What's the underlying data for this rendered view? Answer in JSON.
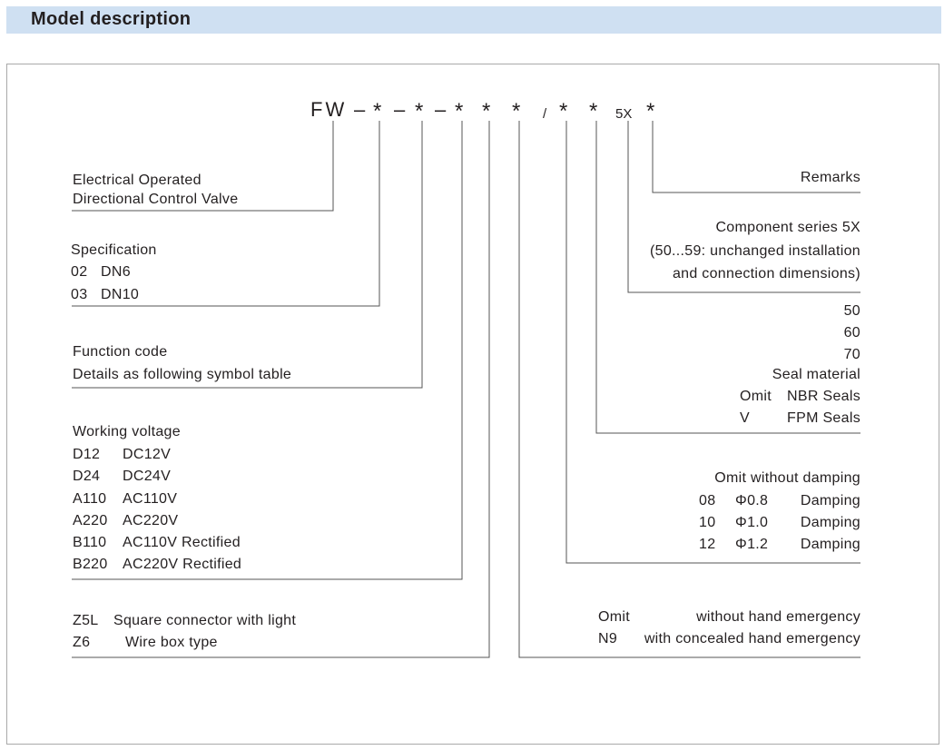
{
  "header": {
    "title": "Model description"
  },
  "code": {
    "prefix": "FW",
    "dash1": "–",
    "star1": "*",
    "dash2": "–",
    "star2": "*",
    "dash3": "–",
    "star3": "*",
    "star4": "*",
    "star5": "*",
    "slash": "/",
    "star6": "*",
    "star7": "*",
    "series": "5X",
    "star8": "*"
  },
  "left": {
    "valve_type": {
      "line1": "Electrical Operated",
      "line2": "Directional Control Valve"
    },
    "specification": {
      "title": "Specification",
      "rows": [
        {
          "code": "02",
          "desc": "DN6"
        },
        {
          "code": "03",
          "desc": "DN10"
        }
      ]
    },
    "function_code": {
      "title": "Function code",
      "desc": "Details as following symbol table"
    },
    "working_voltage": {
      "title": "Working voltage",
      "rows": [
        {
          "code": "D12",
          "desc": "DC12V"
        },
        {
          "code": "D24",
          "desc": "DC24V"
        },
        {
          "code": "A110",
          "desc": "AC110V"
        },
        {
          "code": "A220",
          "desc": "AC220V"
        },
        {
          "code": "B110",
          "desc": "AC110V Rectified"
        },
        {
          "code": "B220",
          "desc": "AC220V Rectified"
        }
      ]
    },
    "connector": {
      "rows": [
        {
          "code": "Z5L",
          "desc": "Square connector with light"
        },
        {
          "code": "Z6",
          "desc": "Wire  box type"
        }
      ]
    }
  },
  "right": {
    "remarks": "Remarks",
    "component_series": {
      "line1": "Component series 5X",
      "line2": "(50...59: unchanged installation",
      "line3": "and connection dimensions)"
    },
    "seal": {
      "values": [
        "50",
        "60",
        "70"
      ],
      "title": "Seal material",
      "rows": [
        {
          "code": "Omit",
          "desc": "NBR Seals"
        },
        {
          "code": "V",
          "desc": "FPM Seals"
        }
      ]
    },
    "damping": {
      "title": "Omit without damping",
      "rows": [
        {
          "code": "08",
          "size": "Φ0.8",
          "desc": "Damping"
        },
        {
          "code": "10",
          "size": "Φ1.0",
          "desc": "Damping"
        },
        {
          "code": "12",
          "size": "Φ1.2",
          "desc": "Damping"
        }
      ]
    },
    "emergency": {
      "rows": [
        {
          "code": "Omit",
          "desc": "without hand emergency"
        },
        {
          "code": "N9",
          "desc": "with concealed hand emergency"
        }
      ]
    }
  }
}
